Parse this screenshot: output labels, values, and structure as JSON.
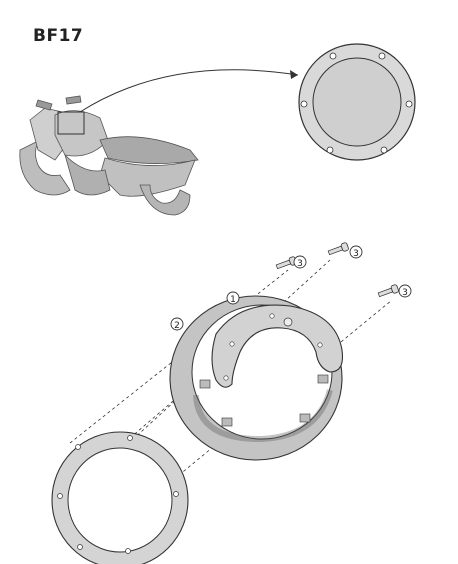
{
  "header": {
    "model_code": "BF17"
  },
  "callouts": [
    {
      "number": "1",
      "part": "metal-flange-ring"
    },
    {
      "number": "2",
      "part": "plastic-mounting-ring"
    },
    {
      "number": "3",
      "part": "screw"
    },
    {
      "number": "3",
      "part": "screw"
    },
    {
      "number": "3",
      "part": "screw"
    }
  ],
  "colors": {
    "line": "#333333",
    "part_fill": "#d6d6d6",
    "part_fill_dark": "#bcbcbc",
    "background": "#ffffff"
  }
}
